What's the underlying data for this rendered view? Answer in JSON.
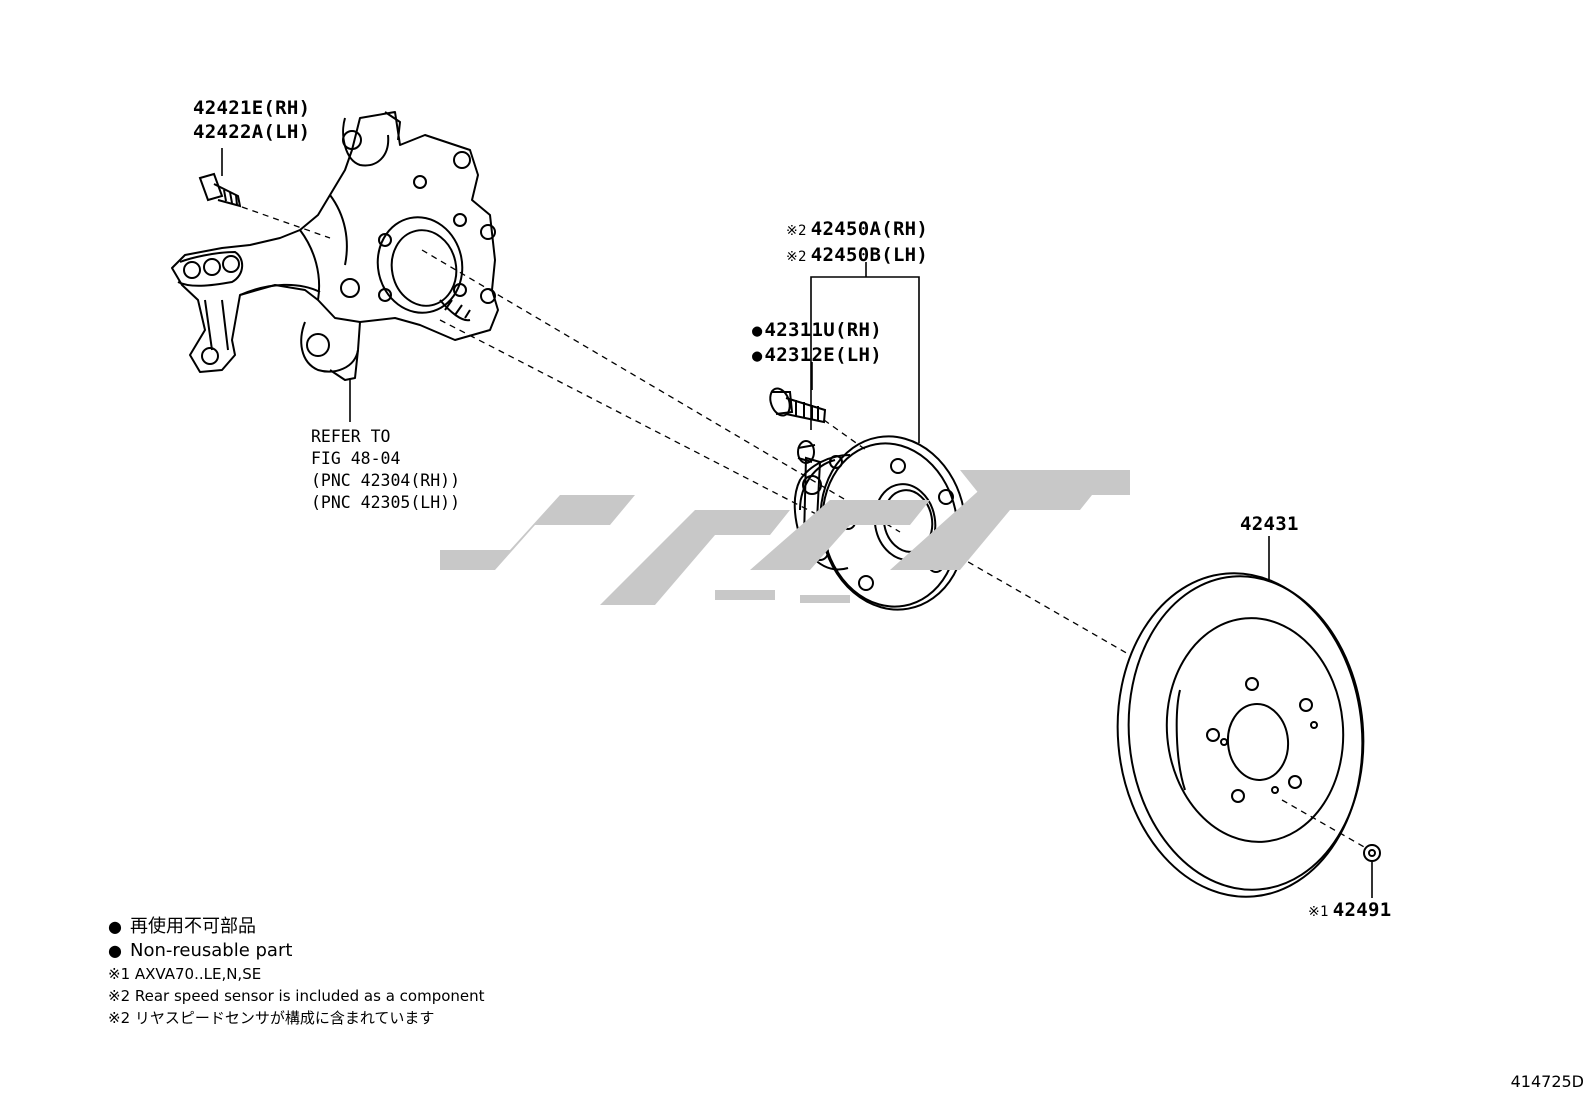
{
  "labels": {
    "knuckle_bolt": {
      "line1": "42421E(RH)",
      "line2": "42422A(LH)"
    },
    "hub_assembly": {
      "mark": "※2",
      "line1": "42450A(RH)",
      "line2": "42450B(LH)"
    },
    "hub_bolt": {
      "dot": "●",
      "line1": "42311U(RH)",
      "line2": "42312E(LH)"
    },
    "disc": "42431",
    "screw": {
      "mark": "※1",
      "part": "42491"
    }
  },
  "refer_note": {
    "line1": "REFER TO",
    "line2": "FIG 48-04",
    "line3": "(PNC 42304(RH))",
    "line4": "(PNC 42305(LH))"
  },
  "legend": {
    "bullet": "●",
    "nonreusable_ja": "再使用不可部品",
    "nonreusable_en": "Non-reusable part",
    "note1": "※1 AXVA70..LE,N,SE",
    "note2_en": "※2 Rear speed sensor is included as a component",
    "note2_ja": "※2 リヤスピードセンサが構成に含まれています"
  },
  "figure_number": "414725D",
  "colors": {
    "line": "#000000",
    "watermark": "#c8c8c8"
  }
}
